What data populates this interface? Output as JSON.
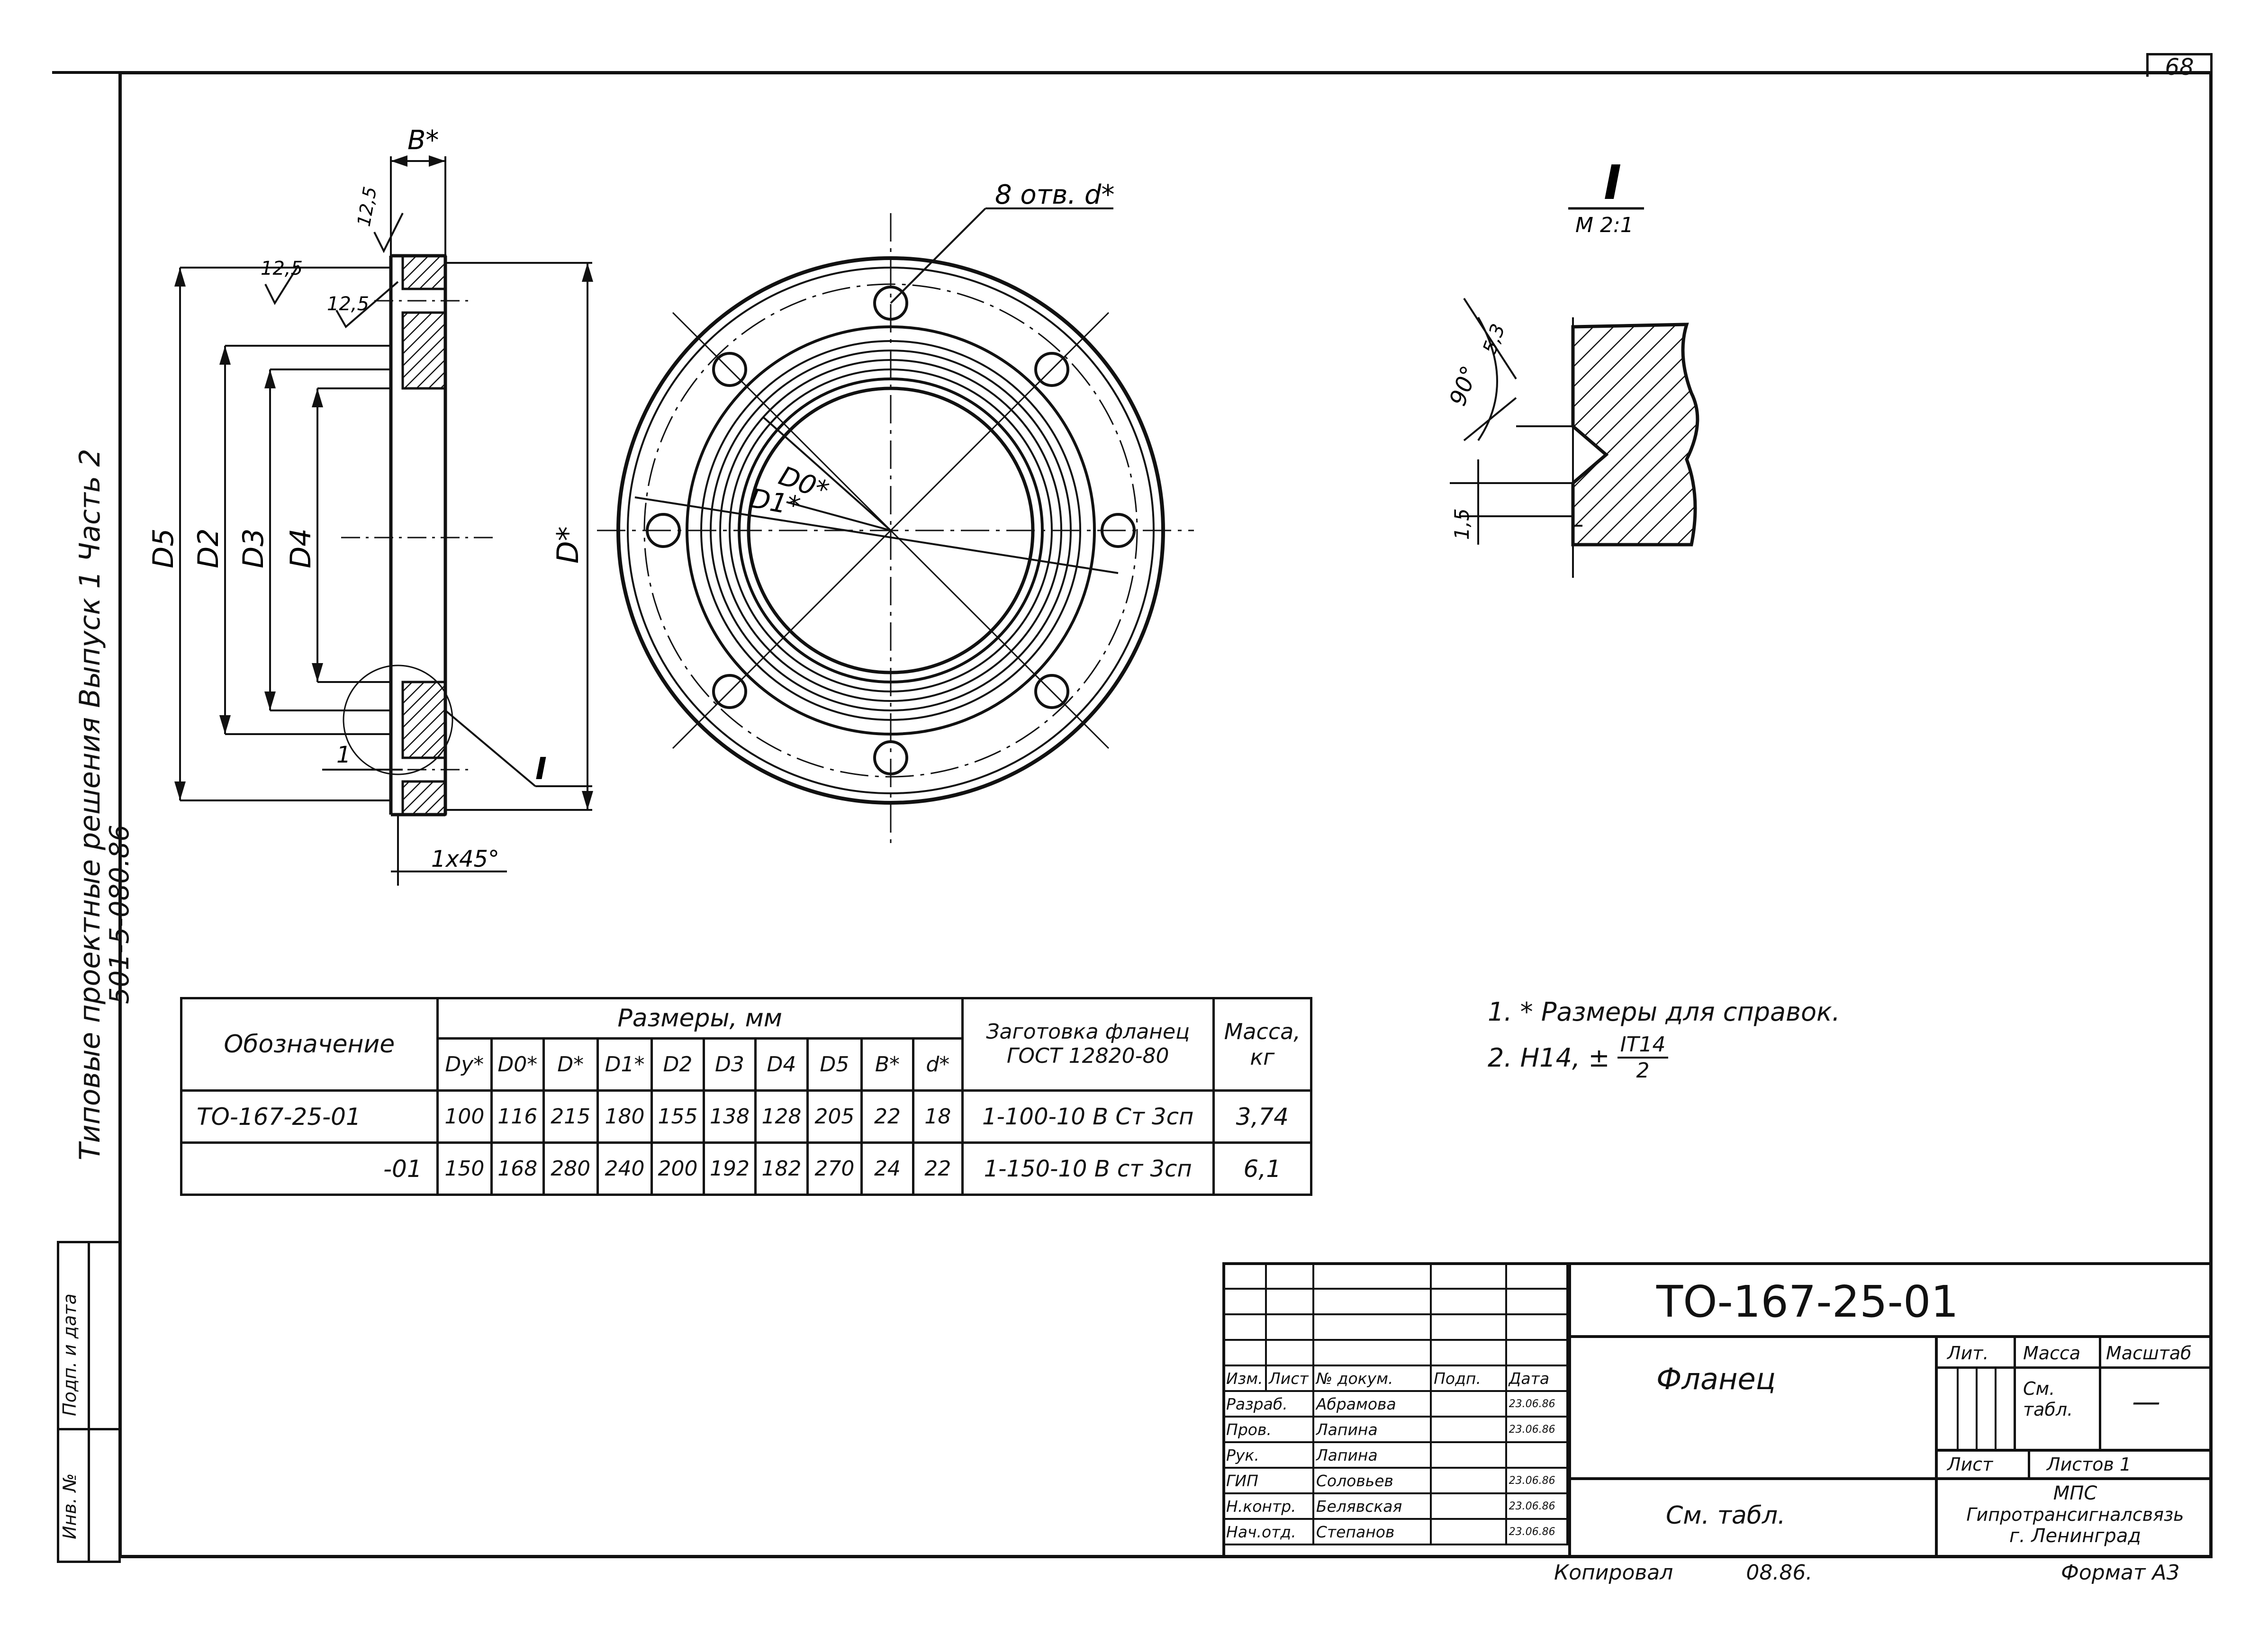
{
  "sheet_number": "68",
  "left_margin": {
    "series_title": "Типовые  проектные  решения    Выпуск 1   Часть 2",
    "series_code": "501-5-080.86",
    "signature_box_label": "Подп. и дата",
    "inventory_label": "Инв. №"
  },
  "side_view": {
    "thickness_label": "B*",
    "rough_1": "12,5",
    "rough_2": "12,5",
    "rough_3": "12,5",
    "dim_D5": "D5",
    "dim_D2": "D2",
    "dim_D3": "D3",
    "dim_D4": "D4",
    "dim_D": "D*",
    "dim_1": "1",
    "chamfer": "1x45°",
    "detail_ref": "I"
  },
  "front_view": {
    "holes_label": "8 отв. d*",
    "dim_D0": "D0*",
    "dim_D1": "D1*"
  },
  "detail_view": {
    "title": "I",
    "scale": "М 2:1",
    "angle": "90°",
    "dim_53": "5,3",
    "dim_15": "1,5"
  },
  "notes": {
    "line1": "1. * Размеры для справок.",
    "line2_prefix": "2. H14,  ±",
    "line2_num": "IT14",
    "line2_den": "2"
  },
  "spec_table": {
    "col_designation": "Обозначение",
    "group_sizes": "Размеры, мм",
    "col_blank": "Заготовка фланец ГОСТ 12820-80",
    "col_mass": "Масса, кг",
    "size_headers": [
      "Dy*",
      "D0*",
      "D*",
      "D1*",
      "D2",
      "D3",
      "D4",
      "D5",
      "B*",
      "d*"
    ],
    "rows": [
      {
        "designation": "ТО-167-25-01",
        "sizes": [
          "100",
          "116",
          "215",
          "180",
          "155",
          "138",
          "128",
          "205",
          "22",
          "18"
        ],
        "blank": "1-100-10 В Ст 3сп",
        "mass": "3,74"
      },
      {
        "designation": "-01",
        "sizes": [
          "150",
          "168",
          "280",
          "240",
          "200",
          "192",
          "182",
          "270",
          "24",
          "22"
        ],
        "blank": "1-150-10 В ст 3сп",
        "mass": "6,1"
      }
    ]
  },
  "title_block": {
    "doc_code": "ТО-167-25-01",
    "part_name": "Фланец",
    "material": "См. табл.",
    "hdr_lit": "Лит.",
    "hdr_mass": "Масса",
    "hdr_scale": "Масштаб",
    "mass_val": "См. табл.",
    "scale_val": "—",
    "sheet": "Лист",
    "sheets": "Листов 1",
    "org1": "МПС",
    "org2": "Гипротрансигналсвязь",
    "org3": "г. Ленинград",
    "copied": "Копировал",
    "copied_date": "08.86.",
    "format": "Формат А3",
    "head": [
      "Изм.",
      "Лист",
      "№ докум.",
      "Подп.",
      "Дата"
    ],
    "staff": [
      {
        "role": "Разраб.",
        "name": "Абрамова",
        "date": "23.06.86"
      },
      {
        "role": "Пров.",
        "name": "Лапина",
        "date": "23.06.86"
      },
      {
        "role": "Рук.",
        "name": "Лапина",
        "date": ""
      },
      {
        "role": "ГИП",
        "name": "Соловьев",
        "date": "23.06.86"
      },
      {
        "role": "Н.контр.",
        "name": "Белявская",
        "date": "23.06.86"
      },
      {
        "role": "Нач.отд.",
        "name": "Степанов",
        "date": "23.06.86"
      }
    ]
  }
}
